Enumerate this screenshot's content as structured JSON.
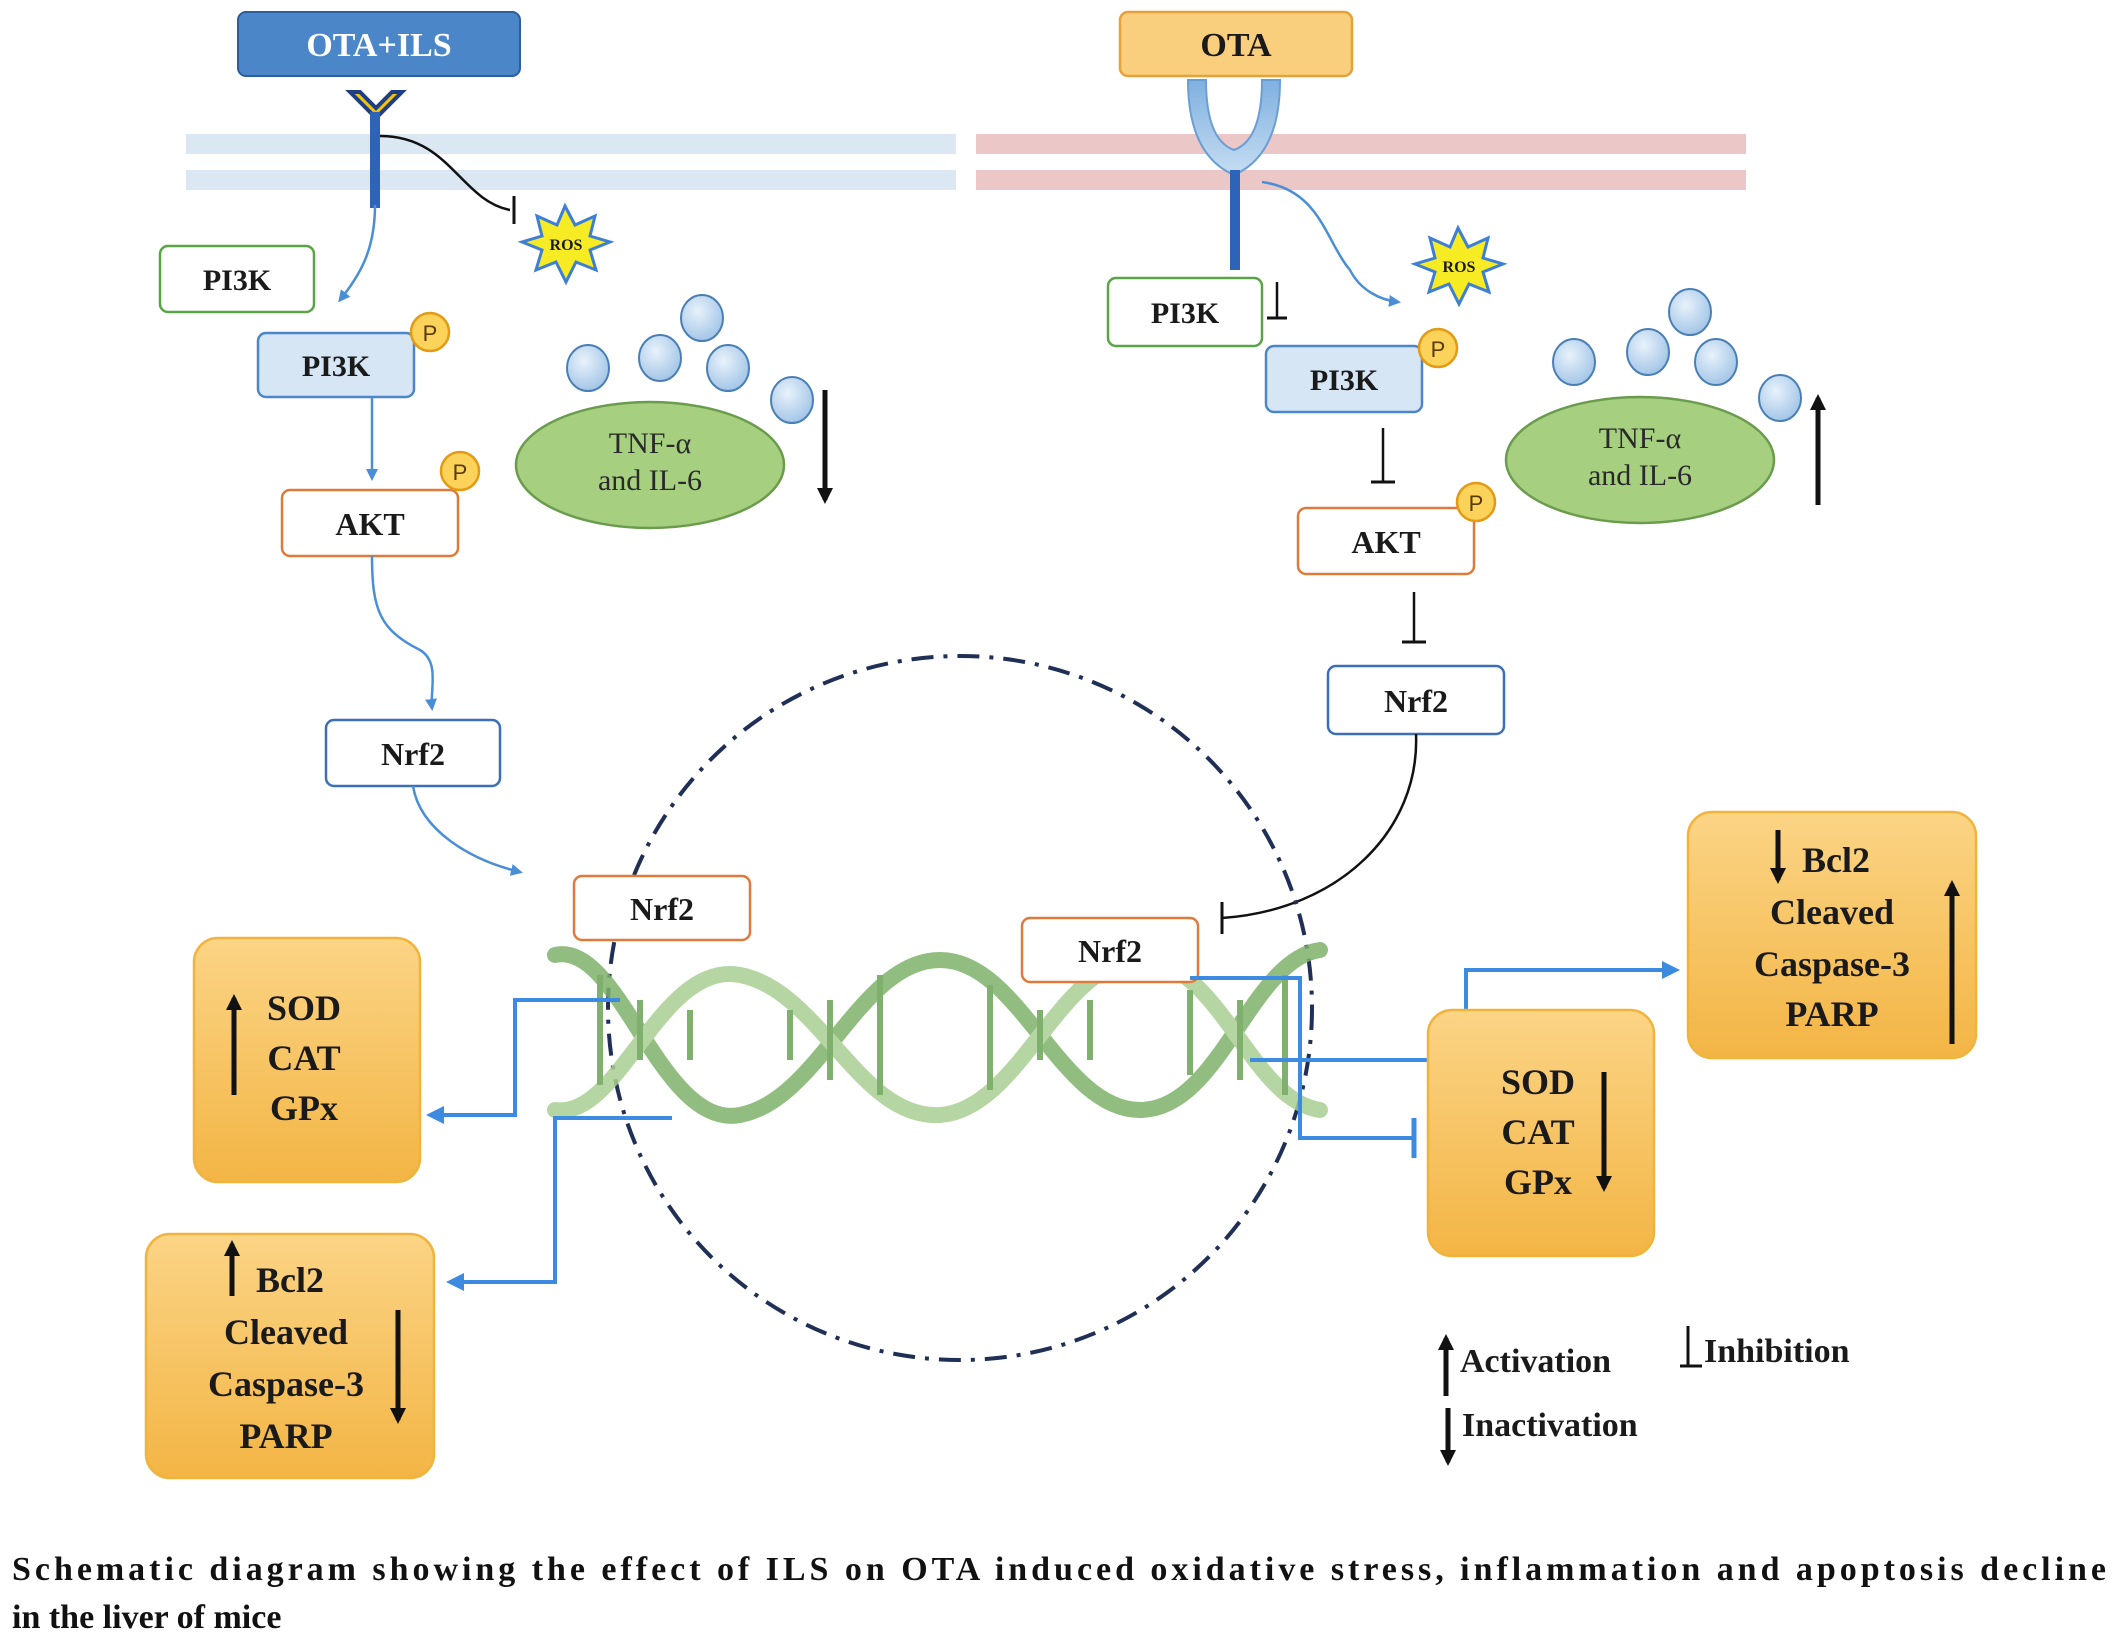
{
  "left_pathway": {
    "treatment_label": "OTA+ILS",
    "receptor_icon": "y-receptor-icon",
    "pi3k_inactive": "PI3K",
    "pi3k_active": "PI3K",
    "akt": "AKT",
    "nrf2_cytoplasm": "Nrf2",
    "nrf2_nucleus": "Nrf2",
    "ros": "ROS",
    "cytokines_line1": "TNF-α",
    "cytokines_line2": "and IL-6",
    "phospho_badge": "P",
    "antioxidants": [
      "SOD",
      "CAT",
      "GPx"
    ],
    "apoptosis": [
      "Bcl2",
      "Cleaved",
      "Caspase-3",
      "PARP"
    ]
  },
  "right_pathway": {
    "toxin_label": "OTA",
    "receptor_icon": "cup-receptor-icon",
    "pi3k_inactive": "PI3K",
    "pi3k_active": "PI3K",
    "akt": "AKT",
    "nrf2_cytoplasm": "Nrf2",
    "nrf2_nucleus": "Nrf2",
    "ros": "ROS",
    "cytokines_line1": "TNF-α",
    "cytokines_line2": "and IL-6",
    "phospho_badge": "P",
    "antioxidants": [
      "SOD",
      "CAT",
      "GPx"
    ],
    "apoptosis": [
      "Bcl2",
      "Cleaved",
      "Caspase-3",
      "PARP"
    ]
  },
  "legend": {
    "activation": "Activation",
    "inactivation": "Inactivation",
    "inhibition": "Inhibition"
  },
  "caption": {
    "line1": "Schematic diagram showing the effect of ILS on OTA induced oxidative stress, inflammation and apoptosis decline",
    "line2": "in the liver of mice"
  },
  "colors": {
    "ils_blue": "#4a86c8",
    "ota_orange": "#f6c25e",
    "membrane_blue": "#dbe8f4",
    "membrane_pink": "#ecc7c7",
    "pi3k_green": "#5aa346",
    "akt_orange": "#e07a3a",
    "nrf2_blue": "#3c6fb6",
    "nucleus": "#1f2f55",
    "cytokine_green": "#a7cf80",
    "bead_blue": "#bcd7f0",
    "effect_box": "#f7c161",
    "dna_green": "#8cbc74"
  }
}
